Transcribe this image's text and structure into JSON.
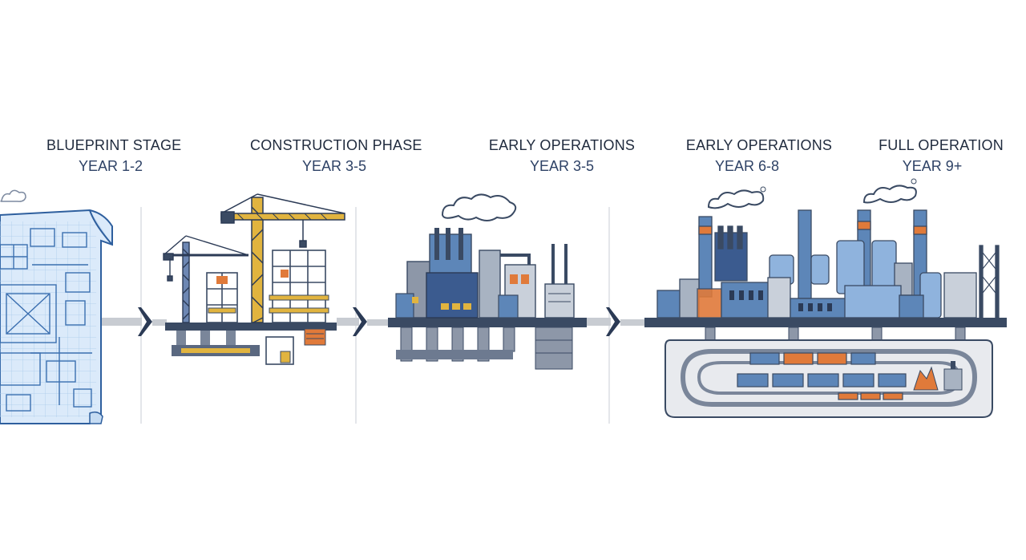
{
  "stages": [
    {
      "title": "BLUEPRINT STAGE",
      "period": "YEAR 1-2"
    },
    {
      "title": "CONSTRUCTION PHASE",
      "period": "YEAR 3-5"
    },
    {
      "title": "EARLY OPERATIONS",
      "period": "YEAR 3-5"
    },
    {
      "title": "EARLY OPERATIONS",
      "period": "YEAR 6-8"
    },
    {
      "title": "FULL OPERATION",
      "period": "YEAR 9+"
    }
  ],
  "colors": {
    "text": "#1f2a3d",
    "blueprint_blue": "#8fbbe3",
    "crane_yellow": "#e1b43f",
    "steel_blue": "#5d86b8",
    "chimney_orange": "#e07a3a",
    "platform_dark": "#3a4a63",
    "arrow_gray": "#c8ccd2",
    "chevron_navy": "#2b3a55"
  }
}
